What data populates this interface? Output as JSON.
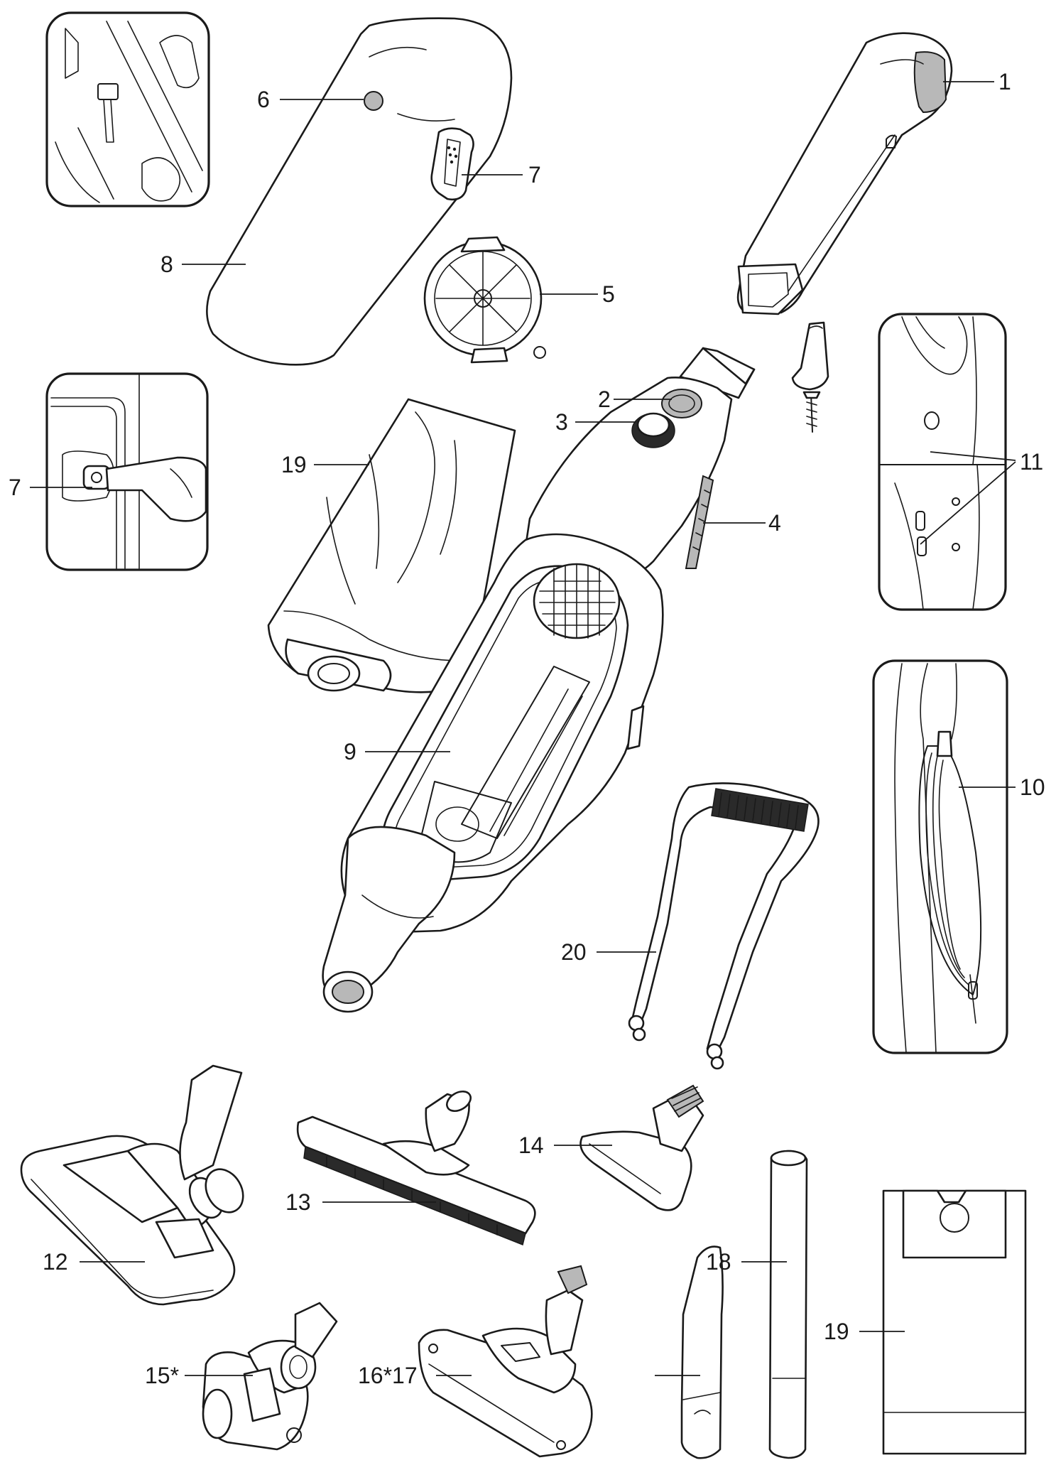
{
  "labels": {
    "p1": "1",
    "p2": "2",
    "p3": "3",
    "p4": "4",
    "p5": "5",
    "p6": "6",
    "p7_lid": "7",
    "p7_inset": "7",
    "p8": "8",
    "p9": "9",
    "p10": "10",
    "p11": "11",
    "p12": "12",
    "p13": "13",
    "p14": "14",
    "p15": "15*",
    "p16_17": "16*17",
    "p18": "18",
    "p19_top": "19",
    "p19_bottom": "19",
    "p20": "20"
  }
}
